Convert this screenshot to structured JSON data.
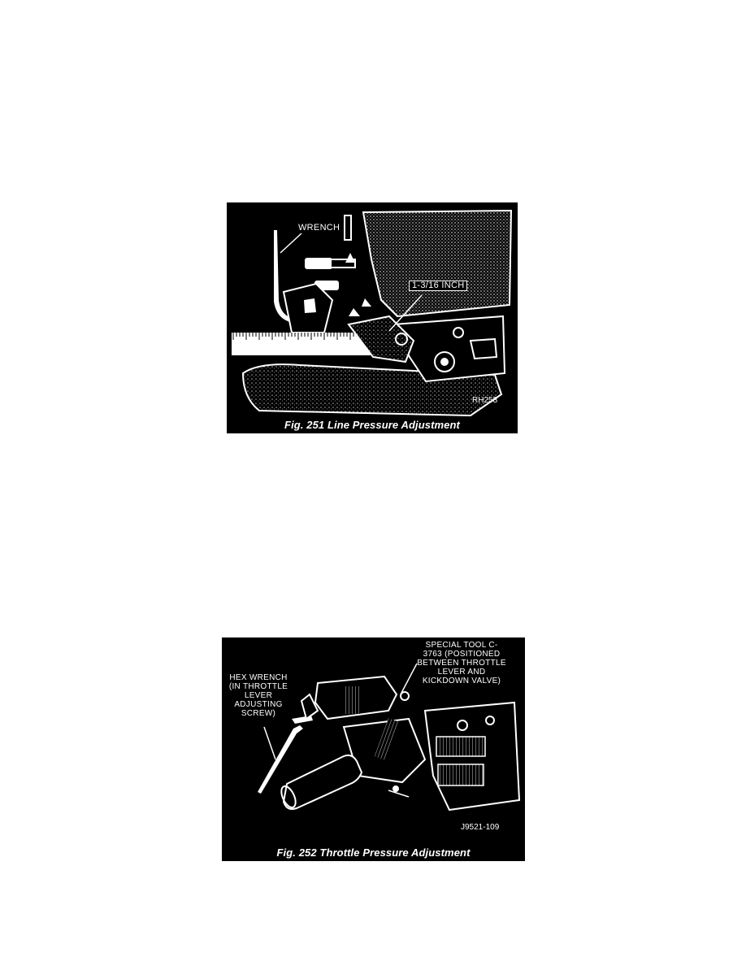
{
  "figures": [
    {
      "caption": "Fig. 251 Line Pressure Adjustment",
      "labels": {
        "wrench": "WRENCH",
        "dimension": "1-3/16 INCH"
      },
      "code": "RH258"
    },
    {
      "caption": "Fig. 252 Throttle Pressure Adjustment",
      "labels": {
        "hex_wrench": "HEX WRENCH (IN THROTTLE LEVER ADJUSTING SCREW)",
        "special_tool": "SPECIAL TOOL C-3763 (POSITIONED BETWEEN THROTTLE LEVER AND KICKDOWN VALVE)"
      },
      "code": "J9521-109"
    }
  ]
}
